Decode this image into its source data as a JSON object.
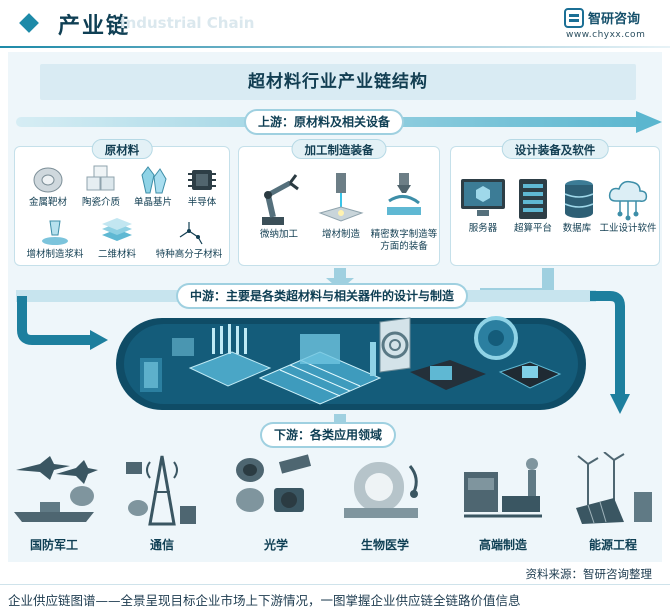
{
  "header": {
    "title": "产业链",
    "watermark_text": "Industrial Chain",
    "logo_name": "智研咨询",
    "logo_url": "www.chyxx.com"
  },
  "main_title": "超材料行业产业链结构",
  "upstream": {
    "banner": "上游：原材料及相关设备",
    "raw_materials": {
      "title": "原材料",
      "items": [
        "金属靶材",
        "陶瓷介质",
        "单晶基片",
        "半导体",
        "增材制造浆料",
        "二维材料",
        "特种高分子材料"
      ]
    },
    "equipment": {
      "title": "加工制造装备",
      "items": [
        "微纳加工",
        "增材制造",
        "精密数字制造等方面的装备"
      ]
    },
    "software": {
      "title": "设计装备及软件",
      "items": [
        "服务器",
        "超算平台",
        "数据库",
        "工业设计软件"
      ]
    }
  },
  "midstream": {
    "banner": "中游：主要是各类超材料与相关器件的设计与制造"
  },
  "downstream": {
    "banner": "下游：各类应用领域",
    "items": [
      "国防军工",
      "通信",
      "光学",
      "生物医学",
      "高端制造",
      "能源工程"
    ]
  },
  "source": "资料来源：智研咨询整理",
  "footer": "企业供应链图谱——全景呈现目标企业市场上下游情况，一图掌握企业供应链全链路价值信息",
  "colors": {
    "accent": "#1d8aa8",
    "dark": "#0f3f54",
    "panel": "#eef6fa"
  }
}
